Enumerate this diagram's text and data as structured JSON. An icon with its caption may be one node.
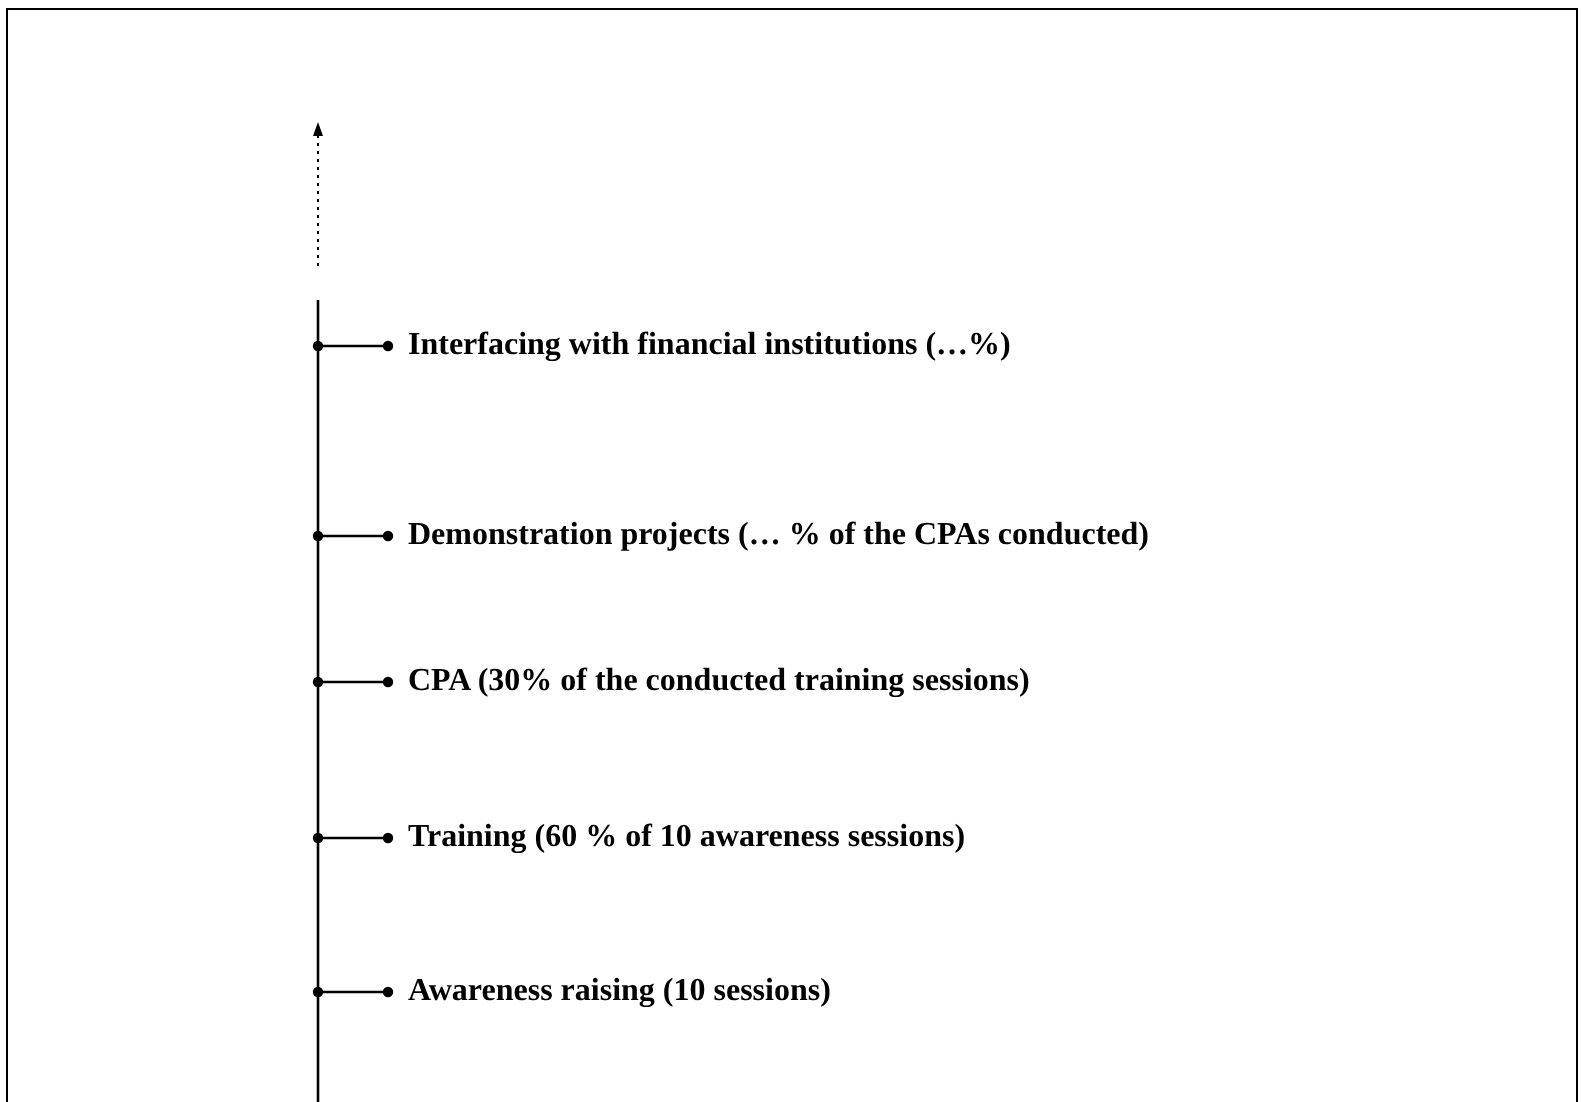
{
  "diagram": {
    "nodes": [
      {
        "text": [
          "Interfacing with financial institutions (…%)"
        ]
      },
      {
        "text": [
          "Demonstration projects (… % of the CPAs conducted)"
        ]
      },
      {
        "text": [
          "CPA (30% of the conducted training sessions)"
        ]
      },
      {
        "text": [
          "Training (60 % of 10 awareness sessions)"
        ]
      },
      {
        "text": [
          "Awareness raising (10 sessions)"
        ]
      }
    ],
    "edges": [
      {
        "from": null,
        "to": 0,
        "arrow": "other"
      },
      {
        "from": null,
        "to": 1,
        "arrow": "other"
      },
      {
        "from": null,
        "to": 2,
        "arrow": "other"
      },
      {
        "from": null,
        "to": 3,
        "arrow": "other"
      },
      {
        "from": null,
        "to": 4,
        "arrow": "other"
      }
    ]
  }
}
